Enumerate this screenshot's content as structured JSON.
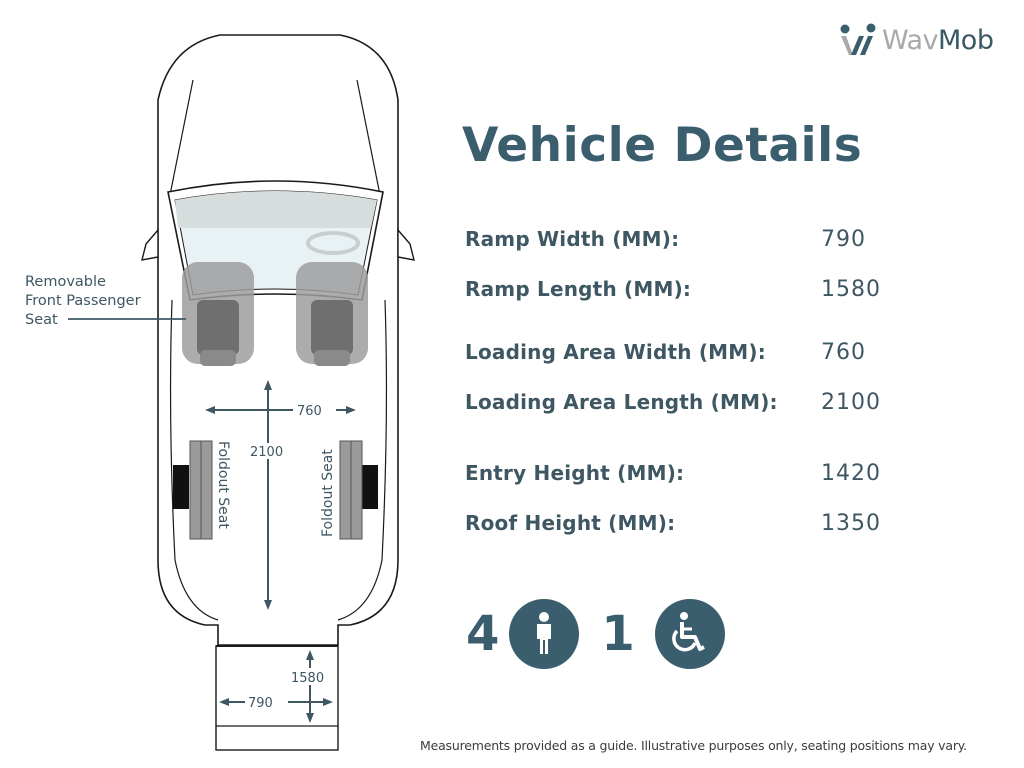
{
  "brand": {
    "name_part1": "Wav",
    "name_part2": "Mob",
    "colors": {
      "primary": "#3b5e6e",
      "secondary": "#a7a9ab"
    }
  },
  "title": "Vehicle Details",
  "specs": [
    {
      "label": "Ramp Width (MM):",
      "value": "790"
    },
    {
      "label": "Ramp Length (MM):",
      "value": "1580"
    },
    {
      "label": "Loading Area Width (MM):",
      "value": "760"
    },
    {
      "label": "Loading Area Length (MM):",
      "value": "2100"
    },
    {
      "label": "Entry Height (MM):",
      "value": "1420"
    },
    {
      "label": "Roof Height (MM):",
      "value": "1350"
    }
  ],
  "capacity": {
    "passengers": {
      "count": "4",
      "icon": "person-icon"
    },
    "wheelchairs": {
      "count": "1",
      "icon": "wheelchair-icon"
    }
  },
  "diagram": {
    "front_seat_label": [
      "Removable",
      "Front Passenger",
      "Seat"
    ],
    "foldout_left": "Foldout Seat",
    "foldout_right": "Foldout Seat",
    "loading_width": "760",
    "loading_length": "2100",
    "ramp_width": "790",
    "ramp_length": "1580"
  },
  "disclaimer": "Measurements provided as a guide. Illustrative purposes only, seating positions may vary."
}
